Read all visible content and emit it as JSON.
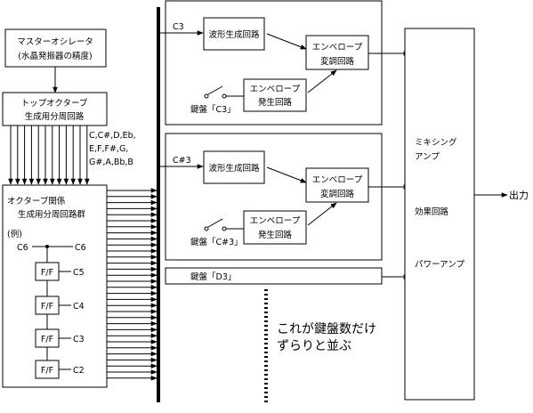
{
  "master_osc": {
    "line1": "マスターオシレータ",
    "line2": "(水晶発振器の精度)"
  },
  "top_octave": {
    "line1": "トップオクターブ",
    "line2": "生成用分周回路",
    "note_labels": [
      "C,C#,D,Eb,",
      "E,F,F#,G,",
      "G#,A,Bb,B"
    ]
  },
  "octave_group": {
    "line1": "オクターブ関係",
    "line2": "生成用分周回路群",
    "example": "(例)",
    "input_label": "C6",
    "ff_label": "F/F",
    "outputs": [
      "C6",
      "C5",
      "C4",
      "C3",
      "C2"
    ]
  },
  "channels": [
    {
      "input": "C3",
      "waveform": "波形生成回路",
      "env_mod_1": "エンベロープ",
      "env_mod_2": "変調回路",
      "env_gen_1": "エンベロープ",
      "env_gen_2": "発生回路",
      "key": "鍵盤「C3」"
    },
    {
      "input": "C#3",
      "waveform": "波形生成回路",
      "env_mod_1": "エンベロープ",
      "env_mod_2": "変調回路",
      "env_gen_1": "エンベロープ",
      "env_gen_2": "発生回路",
      "key": "鍵盤「C#3」"
    }
  ],
  "d3_key": "鍵盤「D3」",
  "continuation": {
    "line1": "これが鍵盤数だけ",
    "line2": "ずらりと並ぶ"
  },
  "mixer": {
    "line1": "ミキシング",
    "line2": "アンプ",
    "effects": "効果回路",
    "power": "パワーアンプ"
  },
  "output_label": "出力"
}
